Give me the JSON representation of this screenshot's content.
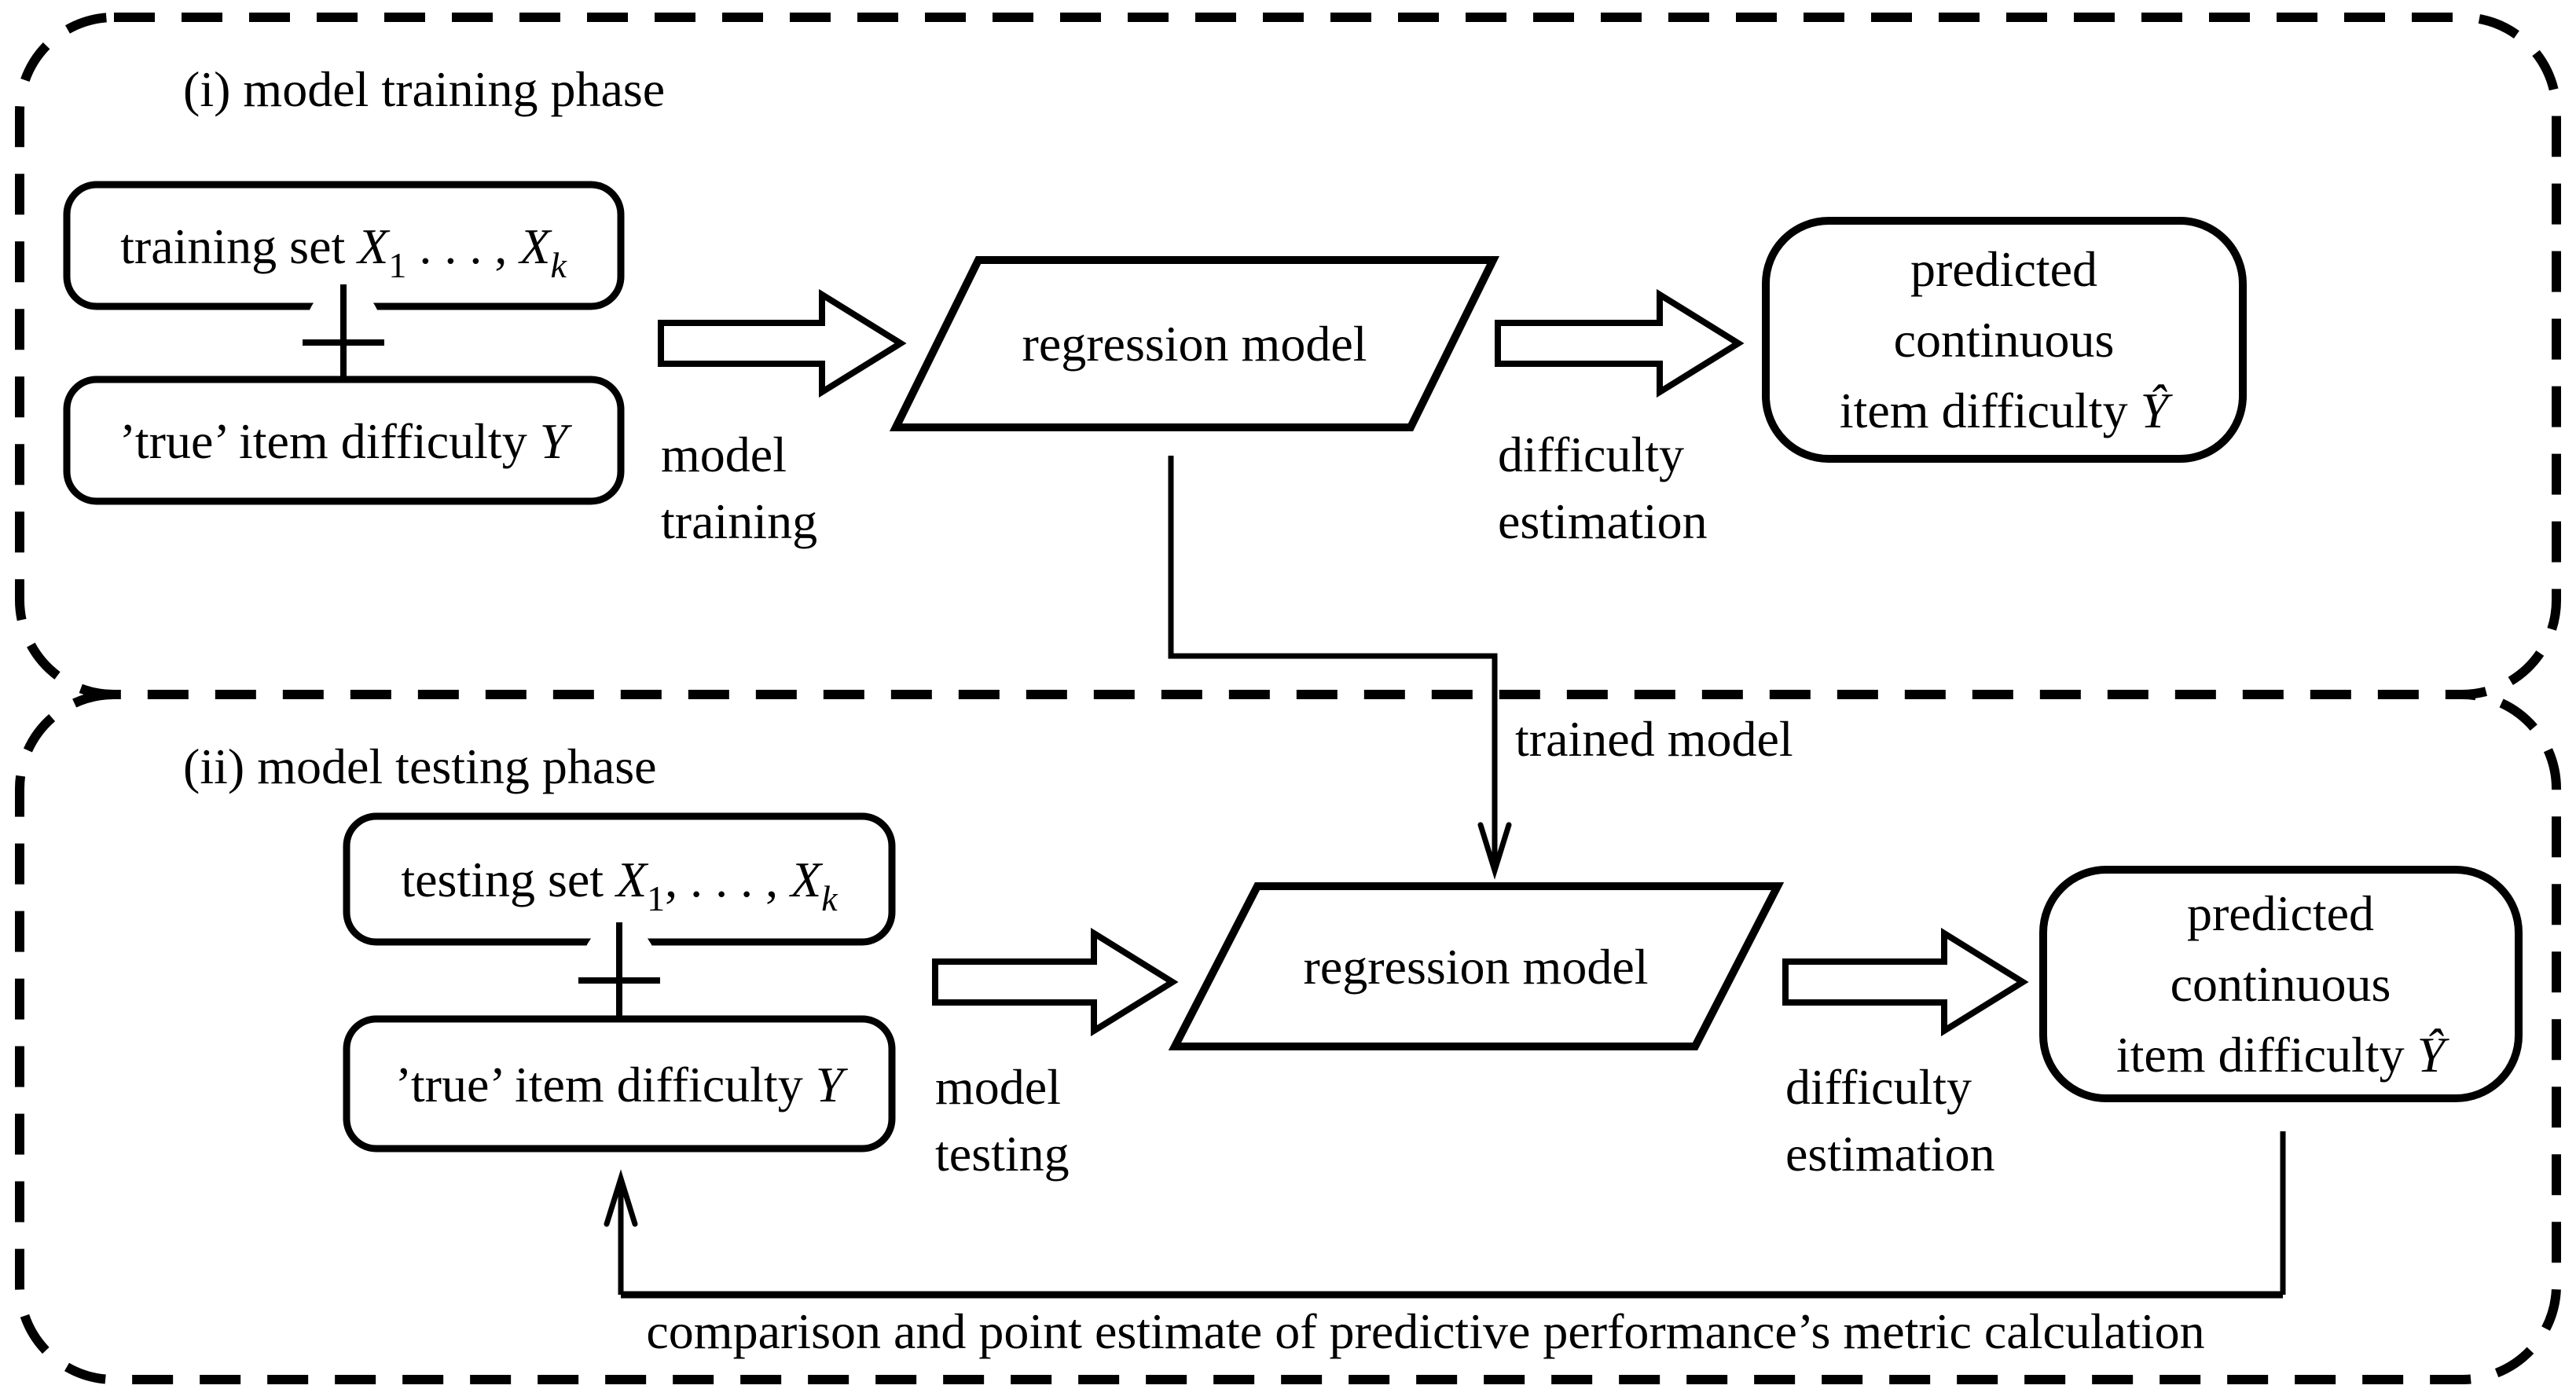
{
  "colors": {
    "ink": "#000000",
    "paper": "#ffffff"
  },
  "icons": {
    "oplus": "circled-plus",
    "block_arrow": "hollow-right-arrow",
    "down_arrow": "thin-down-arrow",
    "up_arrow": "thin-up-arrow"
  },
  "phase1": {
    "title": "(i) model training phase",
    "training_set_box": {
      "text_prefix": "training set ",
      "var1": "X",
      "sub1": "1",
      "separator": " . . . , ",
      "var2": "X",
      "sub2": "k"
    },
    "true_difficulty_box": {
      "text_prefix": "’true’ item difficulty ",
      "var": "Y"
    },
    "model_training_label": {
      "line1": "model",
      "line2": "training"
    },
    "regression_model_box": "regression model",
    "difficulty_estimation_label": {
      "line1": "difficulty",
      "line2": "estimation"
    },
    "predicted_box": {
      "line1": "predicted",
      "line2": "continuous",
      "line3_prefix": "item difficulty ",
      "var": "Ŷ"
    }
  },
  "connector": {
    "trained_model_label": "trained model"
  },
  "phase2": {
    "title": "(ii) model testing phase",
    "testing_set_box": {
      "text_prefix": "testing set ",
      "var1": "X",
      "sub1": "1",
      "separator": ", . . . , ",
      "var2": "X",
      "sub2": "k"
    },
    "true_difficulty_box": {
      "text_prefix": "’true’ item difficulty ",
      "var": "Y"
    },
    "model_testing_label": {
      "line1": "model",
      "line2": "testing"
    },
    "regression_model_box": "regression model",
    "difficulty_estimation_label": {
      "line1": "difficulty",
      "line2": "estimation"
    },
    "predicted_box": {
      "line1": "predicted",
      "line2": "continuous",
      "line3_prefix": "item difficulty ",
      "var": "Ŷ"
    },
    "feedback_label": "comparison and point estimate of predictive performance’s metric calculation"
  }
}
